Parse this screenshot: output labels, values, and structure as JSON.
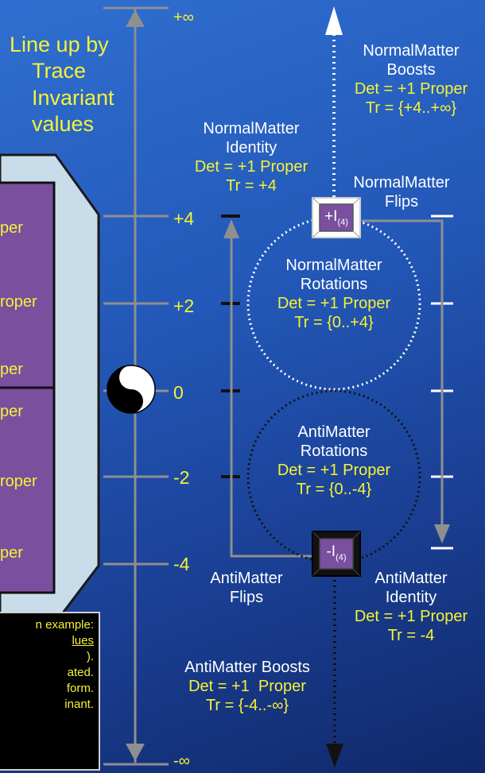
{
  "header": {
    "title_lines": [
      "Line up by",
      "Trace",
      "Invariant",
      "values"
    ]
  },
  "axis": {
    "top": "+∞",
    "p4": "+4",
    "p2": "+2",
    "zero": "0",
    "m2": "-2",
    "m4": "-4",
    "bottom": "-∞"
  },
  "left_panel": {
    "row_texts": [
      "per",
      "roper",
      "per",
      "per",
      "roper",
      "per"
    ]
  },
  "note": {
    "lines": [
      "n example:",
      "lues",
      ").",
      "ated.",
      "form.",
      "inant."
    ]
  },
  "labels": {
    "nm_boosts": {
      "title": [
        "NormalMatter",
        "Boosts"
      ],
      "det": "Det = +1 Proper",
      "tr": "Tr = {+4..+∞}"
    },
    "nm_identity": {
      "title": [
        "NormalMatter",
        "Identity"
      ],
      "det": "Det = +1 Proper",
      "tr": "Tr = +4"
    },
    "nm_flips": {
      "title": [
        "NormalMatter",
        "Flips"
      ]
    },
    "nm_rotations": {
      "title": [
        "NormalMatter",
        "Rotations"
      ],
      "det": "Det = +1 Proper",
      "tr": "Tr = {0..+4}"
    },
    "am_rotations": {
      "title": [
        "AntiMatter",
        "Rotations"
      ],
      "det": "Det = +1 Proper",
      "tr": "Tr = {0..-4}"
    },
    "am_flips": {
      "title": [
        "AntiMatter",
        "Flips"
      ]
    },
    "am_identity": {
      "title": [
        "AntiMatter",
        "Identity"
      ],
      "det": "Det = +1 Proper",
      "tr": "Tr = -4"
    },
    "am_boosts": {
      "title": [
        "AntiMatter Boosts"
      ],
      "det": "Det = +1  Proper",
      "tr": "Tr = {-4..-∞}"
    }
  },
  "boxes": {
    "plus_identity": "+I",
    "plus_sub": "(4)",
    "minus_identity": "-I",
    "minus_sub": "(4)"
  },
  "colors": {
    "white": "#ffffff",
    "yellow": "#f5f236",
    "purple": "#7a4f9e",
    "gray": "#9a9a9a",
    "panel": "#c9dcea"
  }
}
